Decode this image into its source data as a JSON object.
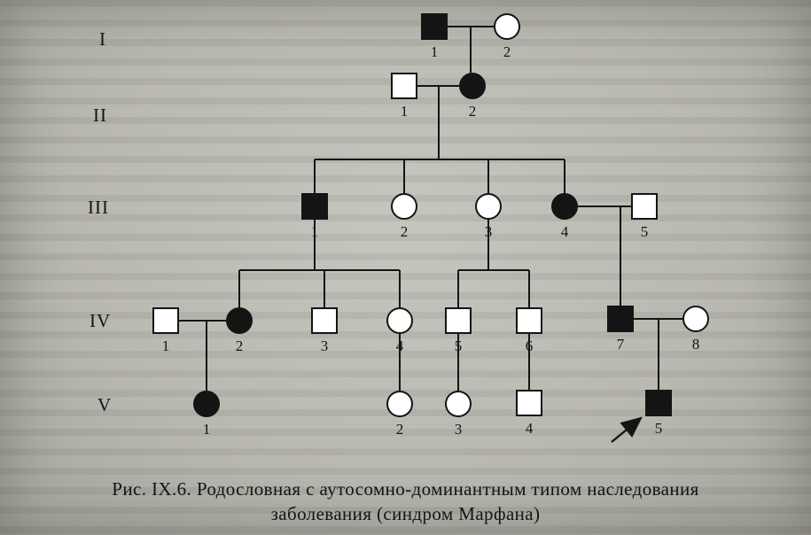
{
  "figure": {
    "caption_line1": "Рис. IX.6. Родословная с аутосомно-доминантным типом наследования",
    "caption_line2": "заболевания (синдром Марфана)"
  },
  "colors": {
    "page_background": "#b9b8b1",
    "ink": "#141414",
    "affected_fill": "#141414",
    "unaffected_fill": "#ffffff"
  },
  "generations": [
    {
      "label": "I"
    },
    {
      "label": "II"
    },
    {
      "label": "III"
    },
    {
      "label": "IV"
    },
    {
      "label": "V"
    }
  ],
  "proband": "V-5",
  "individuals": [
    {
      "id": "I-1",
      "generation": "I",
      "number": "1",
      "sex": "male",
      "affected": true
    },
    {
      "id": "I-2",
      "generation": "I",
      "number": "2",
      "sex": "female",
      "affected": false
    },
    {
      "id": "II-1",
      "generation": "II",
      "number": "1",
      "sex": "male",
      "affected": false
    },
    {
      "id": "II-2",
      "generation": "II",
      "number": "2",
      "sex": "female",
      "affected": true
    },
    {
      "id": "III-1",
      "generation": "III",
      "number": "1",
      "sex": "male",
      "affected": true
    },
    {
      "id": "III-2",
      "generation": "III",
      "number": "2",
      "sex": "female",
      "affected": false
    },
    {
      "id": "III-3",
      "generation": "III",
      "number": "3",
      "sex": "female",
      "affected": false
    },
    {
      "id": "III-4",
      "generation": "III",
      "number": "4",
      "sex": "female",
      "affected": true
    },
    {
      "id": "III-5",
      "generation": "III",
      "number": "5",
      "sex": "male",
      "affected": false
    },
    {
      "id": "IV-1",
      "generation": "IV",
      "number": "1",
      "sex": "male",
      "affected": false
    },
    {
      "id": "IV-2",
      "generation": "IV",
      "number": "2",
      "sex": "female",
      "affected": true
    },
    {
      "id": "IV-3",
      "generation": "IV",
      "number": "3",
      "sex": "male",
      "affected": false
    },
    {
      "id": "IV-4",
      "generation": "IV",
      "number": "4",
      "sex": "female",
      "affected": false
    },
    {
      "id": "IV-5",
      "generation": "IV",
      "number": "5",
      "sex": "male",
      "affected": false
    },
    {
      "id": "IV-6",
      "generation": "IV",
      "number": "6",
      "sex": "male",
      "affected": false
    },
    {
      "id": "IV-7",
      "generation": "IV",
      "number": "7",
      "sex": "male",
      "affected": true
    },
    {
      "id": "IV-8",
      "generation": "IV",
      "number": "8",
      "sex": "female",
      "affected": false
    },
    {
      "id": "V-1",
      "generation": "V",
      "number": "1",
      "sex": "female",
      "affected": true
    },
    {
      "id": "V-2",
      "generation": "V",
      "number": "2",
      "sex": "female",
      "affected": false
    },
    {
      "id": "V-3",
      "generation": "V",
      "number": "3",
      "sex": "female",
      "affected": false
    },
    {
      "id": "V-4",
      "generation": "V",
      "number": "4",
      "sex": "male",
      "affected": false
    },
    {
      "id": "V-5",
      "generation": "V",
      "number": "5",
      "sex": "male",
      "affected": true,
      "proband": true
    }
  ],
  "relationships": {
    "couples": [
      [
        "I-1",
        "I-2"
      ],
      [
        "II-1",
        "II-2"
      ],
      [
        "III-4",
        "III-5"
      ],
      [
        "IV-1",
        "IV-2"
      ],
      [
        "IV-7",
        "IV-8"
      ]
    ],
    "offspring": [
      {
        "parents": [
          "I-1",
          "I-2"
        ],
        "children": [
          "II-2"
        ]
      },
      {
        "parents": [
          "II-1",
          "II-2"
        ],
        "children": [
          "III-1",
          "III-2",
          "III-3",
          "III-4"
        ]
      },
      {
        "parents": [
          "III-1"
        ],
        "children": [
          "IV-2",
          "IV-3",
          "IV-4"
        ]
      },
      {
        "parents": [
          "III-3"
        ],
        "children": [
          "IV-5",
          "IV-6"
        ]
      },
      {
        "parents": [
          "III-4",
          "III-5"
        ],
        "children": [
          "IV-7"
        ]
      },
      {
        "parents": [
          "IV-1",
          "IV-2"
        ],
        "children": [
          "V-1"
        ]
      },
      {
        "parents": [
          "IV-4"
        ],
        "children": [
          "V-2"
        ]
      },
      {
        "parents": [
          "IV-5"
        ],
        "children": [
          "V-3"
        ]
      },
      {
        "parents": [
          "IV-6"
        ],
        "children": [
          "V-4"
        ]
      },
      {
        "parents": [
          "IV-7",
          "IV-8"
        ],
        "children": [
          "V-5"
        ]
      }
    ]
  }
}
